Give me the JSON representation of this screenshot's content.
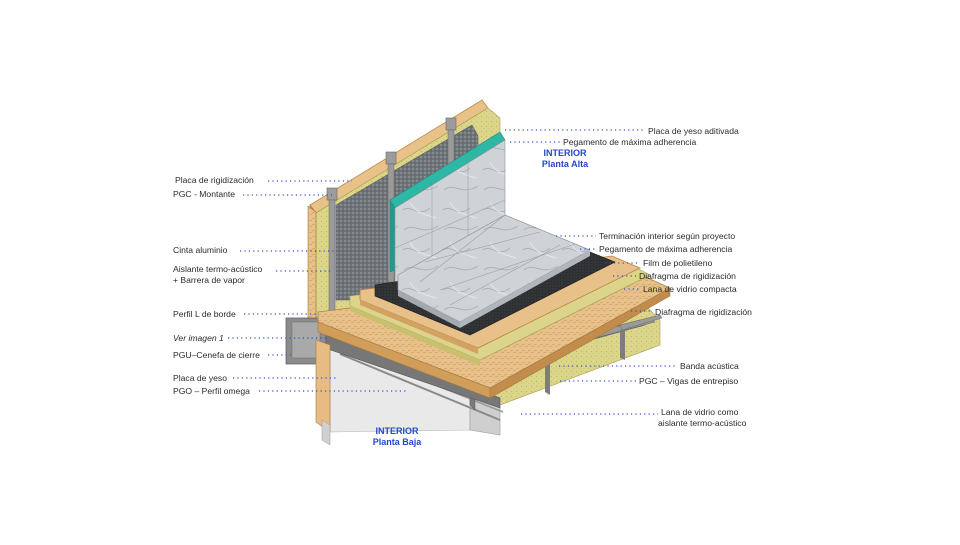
{
  "colors": {
    "leader": "#2f4fd6",
    "title": "#2347c8",
    "wood": "#e3b97c",
    "insulation": "#ddd98a",
    "teal": "#2cae9e",
    "steel": "#8a8a8a",
    "gypsum": "#ececec",
    "tile": "#c9cdd2"
  },
  "titles": {
    "upper": [
      "INTERIOR",
      "Planta Alta"
    ],
    "lower": [
      "INTERIOR",
      "Planta Baja"
    ]
  },
  "labels": {
    "placa_rigidizacion": "Placa de rigidización",
    "pgc_montante": "PGC - Montante",
    "cinta_aluminio": "Cinta aluminio",
    "aislante_1": "Aislante termo-acústico",
    "aislante_2": "+ Barrera de vapor",
    "perfil_l": "Perfil L de borde",
    "ver_imagen": "Ver imagen 1",
    "pgu_cenefa": "PGU–Cenefa de cierre",
    "placa_yeso": "Placa de yeso",
    "pgo_omega": "PGO – Perfil omega",
    "placa_yeso_aditivada": "Placa de yeso aditivada",
    "pegamento_1": "Pegamento de máxima adherencia",
    "terminacion": "Terminación interior según proyecto",
    "pegamento_2": "Pegamento de máxima adherencia",
    "film": "Film de polietileno",
    "diafragma_1": "Diafragma de rigidización",
    "lana_compacta": "Lana de vidrio compacta",
    "diafragma_2": "Diafragma de rigidización",
    "banda": "Banda acústica",
    "pgc_vigas": "PGC – Vigas de entrepiso",
    "lana_como_1": "Lana de vidrio como",
    "lana_como_2": "aislante termo-acústico"
  }
}
